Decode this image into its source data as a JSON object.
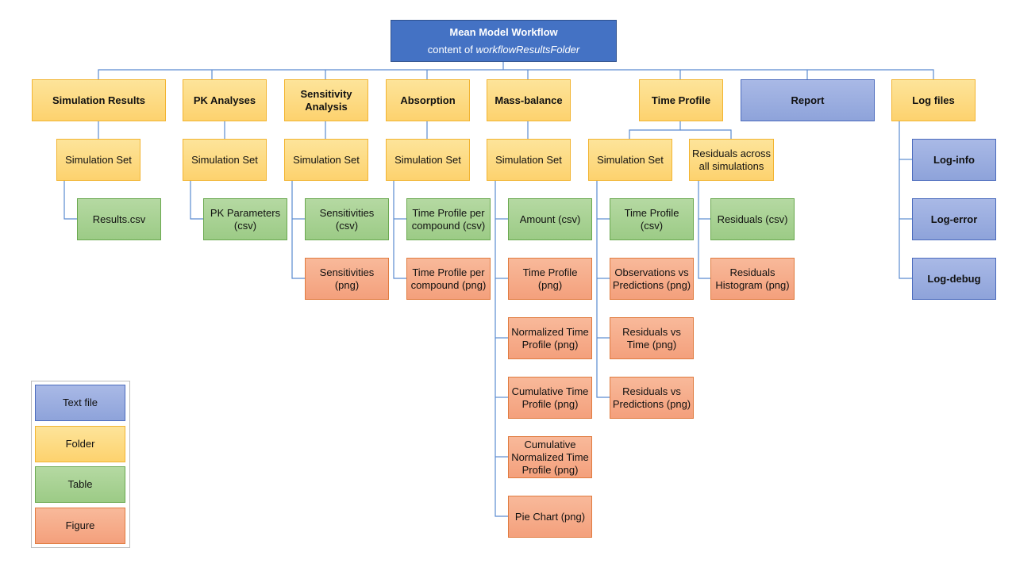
{
  "root": {
    "title": "Mean Model Workflow",
    "subtitle_prefix": "content of ",
    "subtitle_italic": "workflowResultsFolder"
  },
  "categories": {
    "simulation_results": "Simulation Results",
    "pk_analyses": "PK Analyses",
    "sensitivity_analysis": "Sensitivity\nAnalysis",
    "absorption": "Absorption",
    "mass_balance": "Mass-balance",
    "time_profile": "Time Profile",
    "report": "Report",
    "log_files": "Log files"
  },
  "simulation_set": "Simulation Set",
  "residuals_across": "Residuals across\nall simulations",
  "items": {
    "results_csv": "Results.csv",
    "pk_parameters": "PK Parameters\n(csv)",
    "sensitivities_csv": "Sensitivities (csv)",
    "sensitivities_png": "Sensitivities\n(png)",
    "abs_time_profile_csv": "Time Profile per\ncompound (csv)",
    "abs_time_profile_png": "Time Profile per\ncompound (png)",
    "amount_csv": "Amount (csv)",
    "mb_time_profile_png": "Time Profile\n(png)",
    "normalized_time_profile": "Normalized Time\nProfile (png)",
    "cumulative_time_profile": "Cumulative Time\nProfile (png)",
    "cumulative_normalized": "Cumulative\nNormalized Time\nProfile (png)",
    "pie_chart": "Pie Chart (png)",
    "tp_time_profile_csv": "Time Profile (csv)",
    "obs_vs_pred": "Observations vs\nPredictions (png)",
    "residuals_vs_time": "Residuals vs\nTime (png)",
    "residuals_vs_pred": "Residuals vs\nPredictions (png)",
    "residuals_csv": "Residuals (csv)",
    "residuals_histogram": "Residuals\nHistogram (png)",
    "log_info": "Log-info",
    "log_error": "Log-error",
    "log_debug": "Log-debug"
  },
  "legend": {
    "text_file": "Text file",
    "folder": "Folder",
    "table": "Table",
    "figure": "Figure"
  },
  "colors": {
    "root": "#4472c4",
    "folder": "#fdd26e",
    "table": "#9ccb86",
    "figure": "#f4a07c",
    "text_file": "#8ea3da",
    "connector": "#5b8bd0"
  }
}
